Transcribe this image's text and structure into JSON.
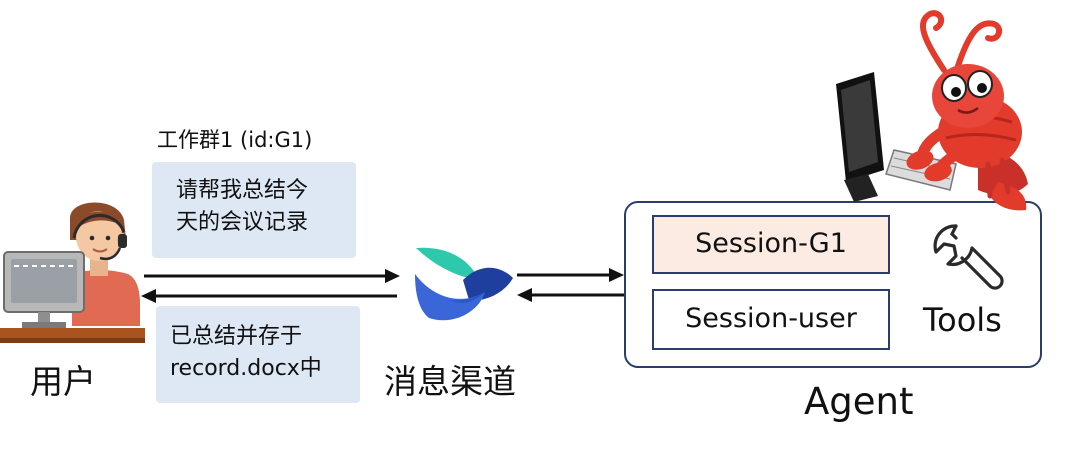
{
  "group": {
    "label": "工作群1 (id:G1)"
  },
  "messages": {
    "request_lines": [
      "请帮我总结今",
      "天的会议记录"
    ],
    "reply_lines": [
      "已总结并存于",
      "record.docx中"
    ]
  },
  "nodes": {
    "user_label": "用户",
    "channel_label": "消息渠道",
    "agent_label": "Agent"
  },
  "agent": {
    "sessions": [
      "Session-G1",
      "Session-user"
    ],
    "tools_label": "Tools"
  },
  "colors": {
    "bubble_bg": "#dde8f4",
    "agent_border": "#2b3d6d",
    "session_g1_bg": "#fbebe2",
    "channel_logo_teal": "#2ec9ad",
    "channel_logo_blue": "#3a66d8",
    "lobster_red": "#e23b2c"
  },
  "icons": {
    "user": "person-at-computer-icon",
    "channel": "channel-logo-icon",
    "tools": "wrench-icon",
    "agent": "lobster-at-computer-icon"
  }
}
